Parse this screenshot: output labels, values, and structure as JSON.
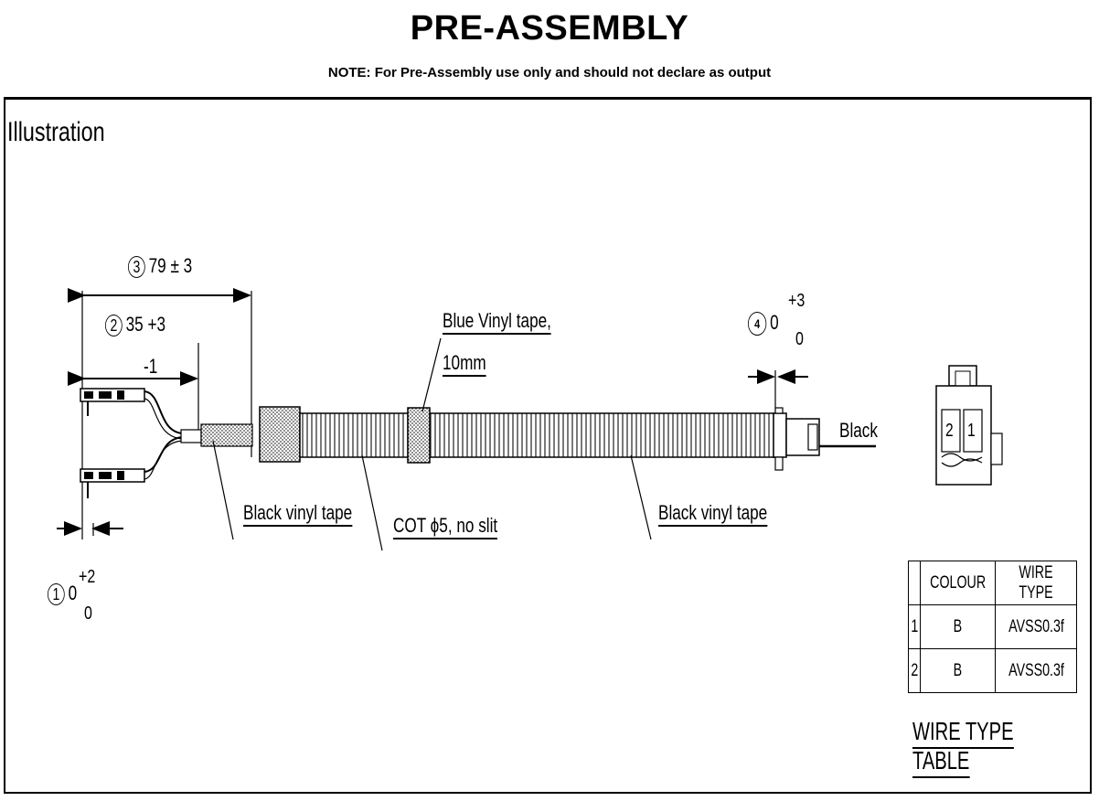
{
  "header": {
    "title": "PRE-ASSEMBLY",
    "note": "NOTE: For Pre-Assembly use only and should not declare as output"
  },
  "illustration": {
    "label": "Illustration",
    "dimensions": {
      "d1": {
        "num": "1",
        "value": "0",
        "tol_upper": "+2",
        "tol_lower": "0"
      },
      "d2": {
        "num": "2",
        "value": "35 +3",
        "tol_lower": "-1"
      },
      "d3": {
        "num": "3",
        "value": "79 ± 3"
      },
      "d4": {
        "num": "4",
        "value": "0",
        "tol_upper": "+3",
        "tol_lower": "0"
      }
    },
    "callouts": {
      "blue_tape_line1": "Blue Vinyl tape,",
      "blue_tape_line2": "10mm",
      "black_tape_left": "Black vinyl tape",
      "cot": "COT ϕ5, no slit",
      "black_tape_right": "Black vinyl tape",
      "black_wire": "Black"
    },
    "connector": {
      "pin_left": "2",
      "pin_right": "1"
    }
  },
  "wire_table": {
    "headers": [
      "",
      "COLOUR",
      "WIRE TYPE"
    ],
    "rows": [
      {
        "pin": "1",
        "colour": "B",
        "wire_type": "AVSS0.3f"
      },
      {
        "pin": "2",
        "colour": "B",
        "wire_type": "AVSS0.3f"
      }
    ],
    "title": "WIRE TYPE TABLE"
  }
}
